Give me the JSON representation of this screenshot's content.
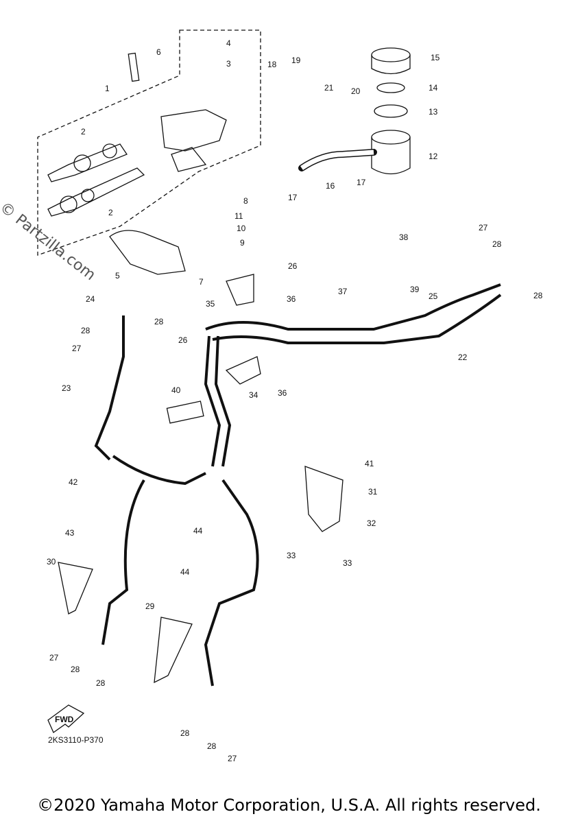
{
  "diagram": {
    "catalog_code": "2KS3110-P370",
    "fwd_label": "FWD",
    "watermark": "© Partzilla.com",
    "copyright": "©2020 Yamaha Motor Corporation, U.S.A. All rights reserved.",
    "callouts": [
      "1",
      "2",
      "2",
      "3",
      "4",
      "5",
      "6",
      "7",
      "8",
      "9",
      "10",
      "11",
      "12",
      "13",
      "14",
      "15",
      "16",
      "17",
      "17",
      "18",
      "19",
      "20",
      "21",
      "22",
      "23",
      "24",
      "25",
      "26",
      "26",
      "27",
      "27",
      "27",
      "27",
      "28",
      "28",
      "28",
      "28",
      "28",
      "28",
      "28",
      "28",
      "29",
      "30",
      "31",
      "32",
      "33",
      "33",
      "34",
      "35",
      "36",
      "36",
      "37",
      "38",
      "39",
      "40",
      "41",
      "42",
      "43",
      "44",
      "44"
    ]
  }
}
